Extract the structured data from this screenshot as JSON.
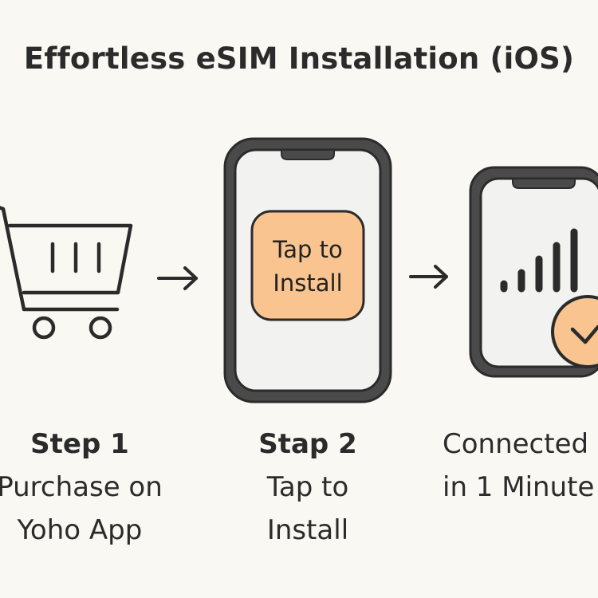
{
  "title": "Effortless eSIM Installation (iOS)",
  "steps": [
    {
      "heading": "Step 1",
      "lines": [
        "Purchase on",
        "Yoho App"
      ],
      "icon": "shopping-cart-icon"
    },
    {
      "heading": "Stap 2",
      "lines": [
        "Tap to",
        "Install"
      ],
      "icon": "phone-icon",
      "button_lines": [
        "Tap to",
        "Install"
      ]
    },
    {
      "heading": "Connected",
      "lines": [
        "in 1 Minute"
      ],
      "icon": "signal-phone-icon"
    }
  ],
  "colors": {
    "background": "#f9f8f3",
    "accent": "#f9c48f",
    "ink": "#2b2b2b",
    "screen": "#f2f2f0"
  }
}
